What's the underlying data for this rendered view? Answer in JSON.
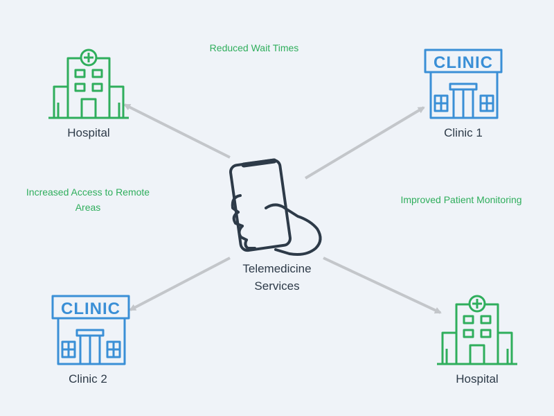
{
  "center": {
    "title_line1": "Telemedicine",
    "title_line2": "Services"
  },
  "nodes": {
    "top_left": {
      "label": "Hospital"
    },
    "top_right": {
      "label": "Clinic 1"
    },
    "bottom_left": {
      "label": "Clinic 2"
    },
    "bottom_right": {
      "label": "Hospital"
    }
  },
  "benefits": {
    "reduced_wait": "Reduced Wait Times",
    "remote_access_line1": "Increased Access to Remote",
    "remote_access_line2": "Areas",
    "patient_monitoring": "Improved Patient Monitoring"
  },
  "signage": {
    "clinic_sign": "CLINIC"
  },
  "colors": {
    "background": "#eff3f8",
    "hospital": "#2fae5c",
    "clinic": "#3a8fd6",
    "phone": "#2d3a48",
    "arrow": "#c3c6ca",
    "benefit_text": "#2fae5c",
    "label_text": "#2d3a48"
  },
  "icons": {
    "center": "hand-holding-smartphone-icon",
    "hospital": "hospital-building-icon",
    "clinic": "clinic-building-icon"
  }
}
